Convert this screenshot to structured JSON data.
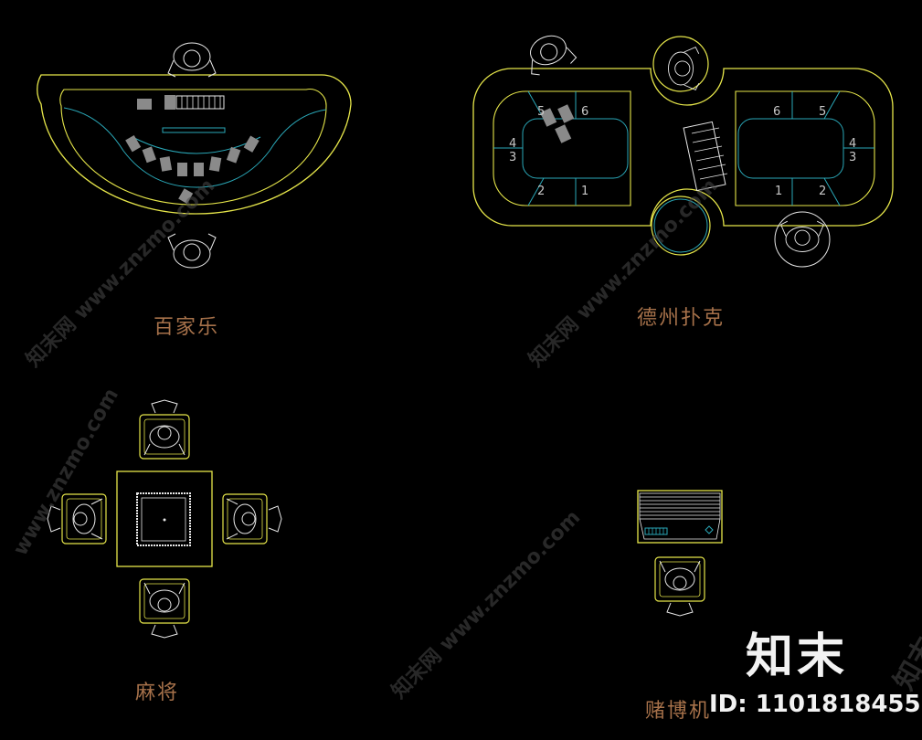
{
  "labels": {
    "baccarat": "百家乐",
    "texas_holdem": "德州扑克",
    "mahjong": "麻将",
    "slot_machine": "赌博机"
  },
  "seat_numbers": [
    "1",
    "2",
    "3",
    "4",
    "5",
    "6"
  ],
  "brand": {
    "logo": "知末",
    "id_text": "ID: 1101818455"
  },
  "watermarks": [
    "知末网 www.znzmo.com",
    "知末网 www.znzmo.com",
    "知末网 www.znzmo.com",
    "www.znzmo.com",
    "知末"
  ],
  "colors": {
    "background": "#000000",
    "yellow_line": "#e6e64a",
    "cyan_line": "#2aa8b8",
    "white_line": "#e8e8e8",
    "gray_fill": "#8a8a8a",
    "label": "#a6714a"
  }
}
